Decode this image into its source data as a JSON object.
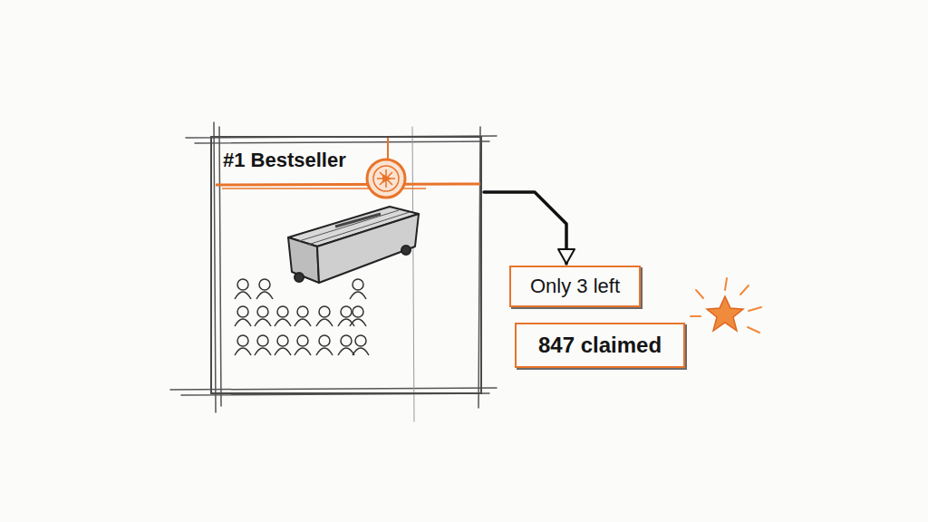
{
  "diagram": {
    "nodes": [
      {
        "text": [
          "#1 Bestseller"
        ]
      },
      {
        "text": [
          "Only 3 left"
        ]
      },
      {
        "text": [
          "847 claimed"
        ]
      }
    ],
    "edges": [
      {
        "from": 0,
        "to": 1,
        "arrow": "to"
      }
    ]
  }
}
